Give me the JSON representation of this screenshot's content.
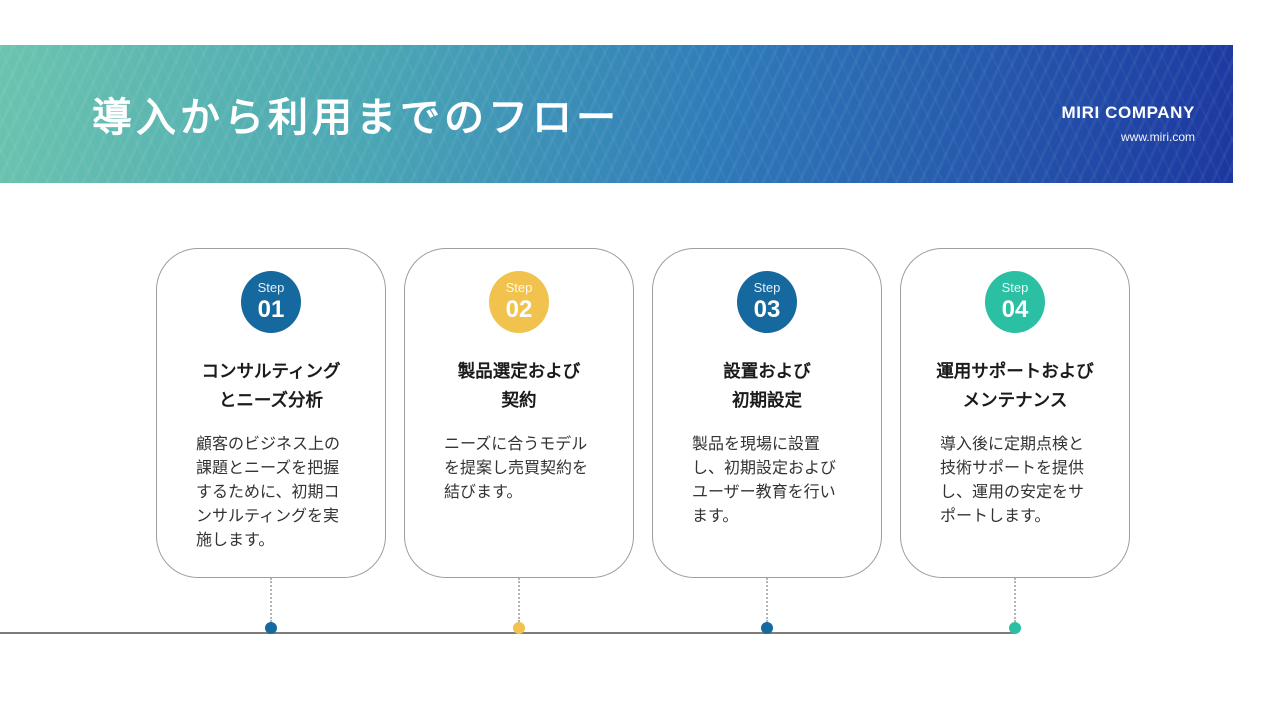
{
  "header": {
    "title": "導入から利用までのフロー",
    "company_name": "MIRI COMPANY",
    "company_url": "www.miri.com",
    "gradient_start": "#6CC4AE",
    "gradient_mid1": "#4BA7B4",
    "gradient_mid2": "#2F7BB9",
    "gradient_end": "#1C37A0"
  },
  "steps": [
    {
      "badge_label": "Step",
      "badge_number": "01",
      "accent_color": "#16699E",
      "title_line1": "コンサルティング",
      "title_line2": "とニーズ分析",
      "description": "顧客のビジネス上の課題とニーズを把握するために、初期コンサルティングを実施します。"
    },
    {
      "badge_label": "Step",
      "badge_number": "02",
      "accent_color": "#F2C24E",
      "title_line1": "製品選定および",
      "title_line2": "契約",
      "description": "ニーズに合うモデルを提案し売買契約を結びます。"
    },
    {
      "badge_label": "Step",
      "badge_number": "03",
      "accent_color": "#16699E",
      "title_line1": "設置および",
      "title_line2": "初期設定",
      "description": "製品を現場に設置し、初期設定およびユーザー教育を行います。"
    },
    {
      "badge_label": "Step",
      "badge_number": "04",
      "accent_color": "#2BBFA3",
      "title_line1": "運用サポートおよび",
      "title_line2": "メンテナンス",
      "description": "導入後に定期点検と技術サポートを提供し、運用の安定をサポートします。"
    }
  ],
  "timeline": {
    "line_color": "#7C7C7C",
    "connector_color": "#B5B5B5"
  }
}
